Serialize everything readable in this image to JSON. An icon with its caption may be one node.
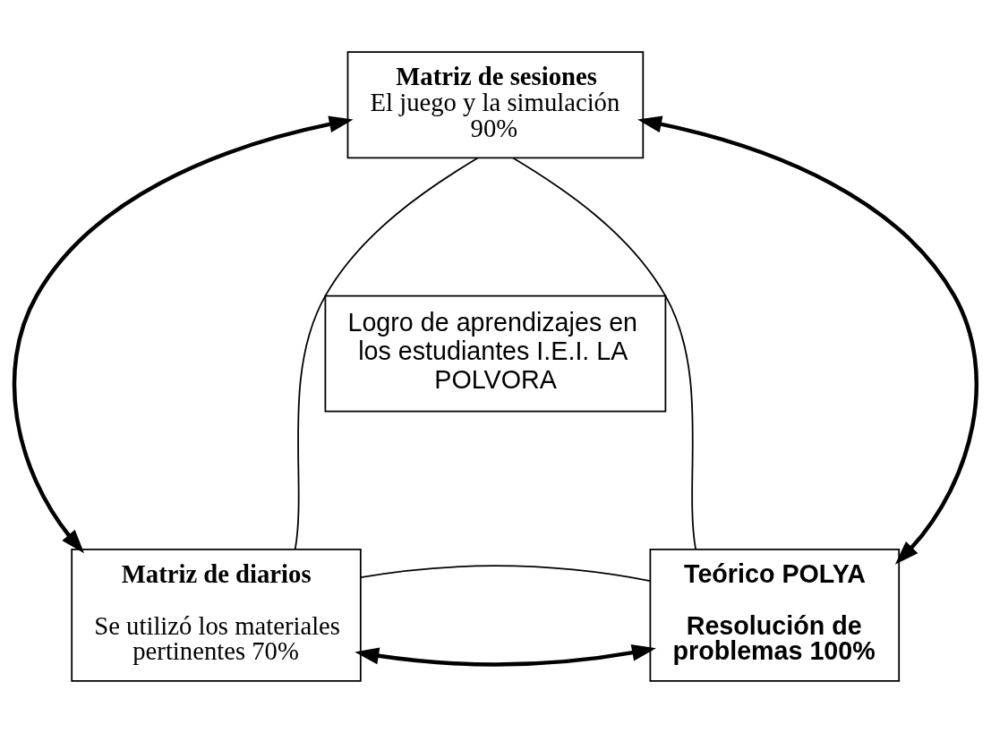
{
  "diagram": {
    "nodes": [
      {
        "text": [
          "Matriz de sesiones",
          "El juego y la simulación 90%"
        ]
      },
      {
        "text": [
          "Logro de aprendizajes en los estudiantes I.E.I. LA POLVORA"
        ]
      },
      {
        "text": [
          "Matriz de diarios",
          "Se utilizó los materiales pertinentes 70%"
        ]
      },
      {
        "text": [
          "Teórico POLYA",
          "Resolución de problemas 100%"
        ]
      }
    ],
    "edges": [
      {
        "from": 0,
        "to": 2,
        "arrow": "both",
        "style": "thick"
      },
      {
        "from": 0,
        "to": 2,
        "arrow": "none"
      },
      {
        "from": 0,
        "to": 3,
        "arrow": "none"
      },
      {
        "from": 0,
        "to": 3,
        "arrow": "both",
        "style": "thick"
      },
      {
        "from": 2,
        "to": 3,
        "arrow": "both",
        "style": "thick"
      },
      {
        "from": 2,
        "to": 3,
        "arrow": "none"
      }
    ]
  }
}
